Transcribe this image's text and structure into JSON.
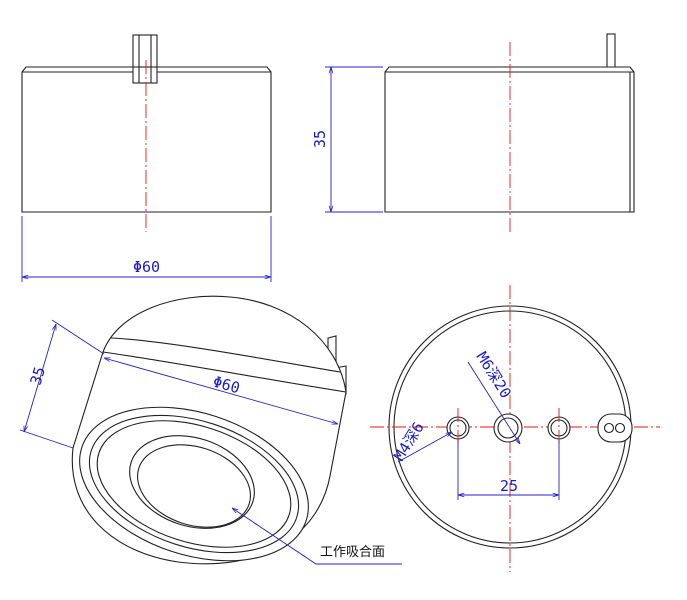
{
  "front_view": {
    "diameter_label": "Φ60"
  },
  "side_view": {
    "height_label": "35"
  },
  "iso_view": {
    "height_label": "35",
    "diameter_label": "Φ60",
    "face_callout": "工作吸合面"
  },
  "top_view": {
    "thread_m6_label": "M6深20",
    "thread_m4_label": "M4深6",
    "spacing_label": "25"
  },
  "colors": {
    "outline": "#222222",
    "dimension": "#2222cc",
    "centerline": "#ee1111"
  }
}
